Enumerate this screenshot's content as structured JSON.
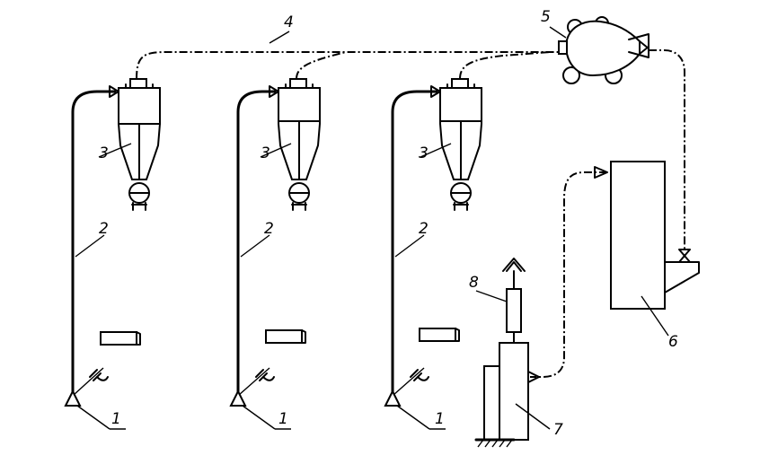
{
  "labels": {
    "pump_1a": "1",
    "pump_1b": "1",
    "pump_1c": "1",
    "pipe_2a": "2",
    "pipe_2b": "2",
    "pipe_2c": "2",
    "cyclone_3a": "3",
    "cyclone_3b": "3",
    "cyclone_3c": "3",
    "collector_4": "4",
    "fan_5": "5",
    "filter_6": "6",
    "unit_7": "7",
    "stack_8": "8"
  }
}
